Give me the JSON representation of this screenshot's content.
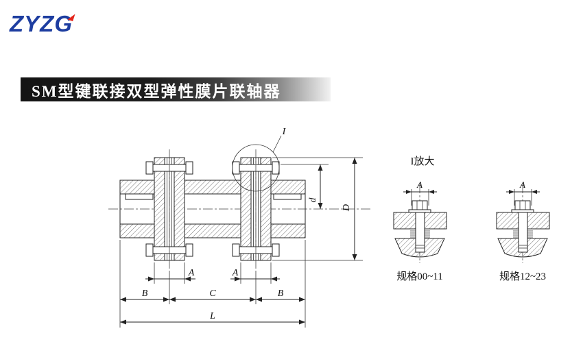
{
  "logo": {
    "text": "ZYZG"
  },
  "header": {
    "title": "SM型键联接双型弹性膜片联轴器"
  },
  "drawing": {
    "callout_label": "I",
    "detail_title": "I放大",
    "dims": {
      "d": "d",
      "D": "D",
      "A": "A",
      "B": "B",
      "C": "C",
      "L": "L"
    },
    "specs": {
      "left": "规格00~11",
      "right": "规格12~23"
    }
  },
  "colors": {
    "logo_blue": "#1d3da0",
    "logo_red": "#e3241b",
    "banner_dark": "#141414",
    "banner_fade": "#f2f2f2",
    "line_color": "#222222",
    "text_color": "#111111"
  }
}
